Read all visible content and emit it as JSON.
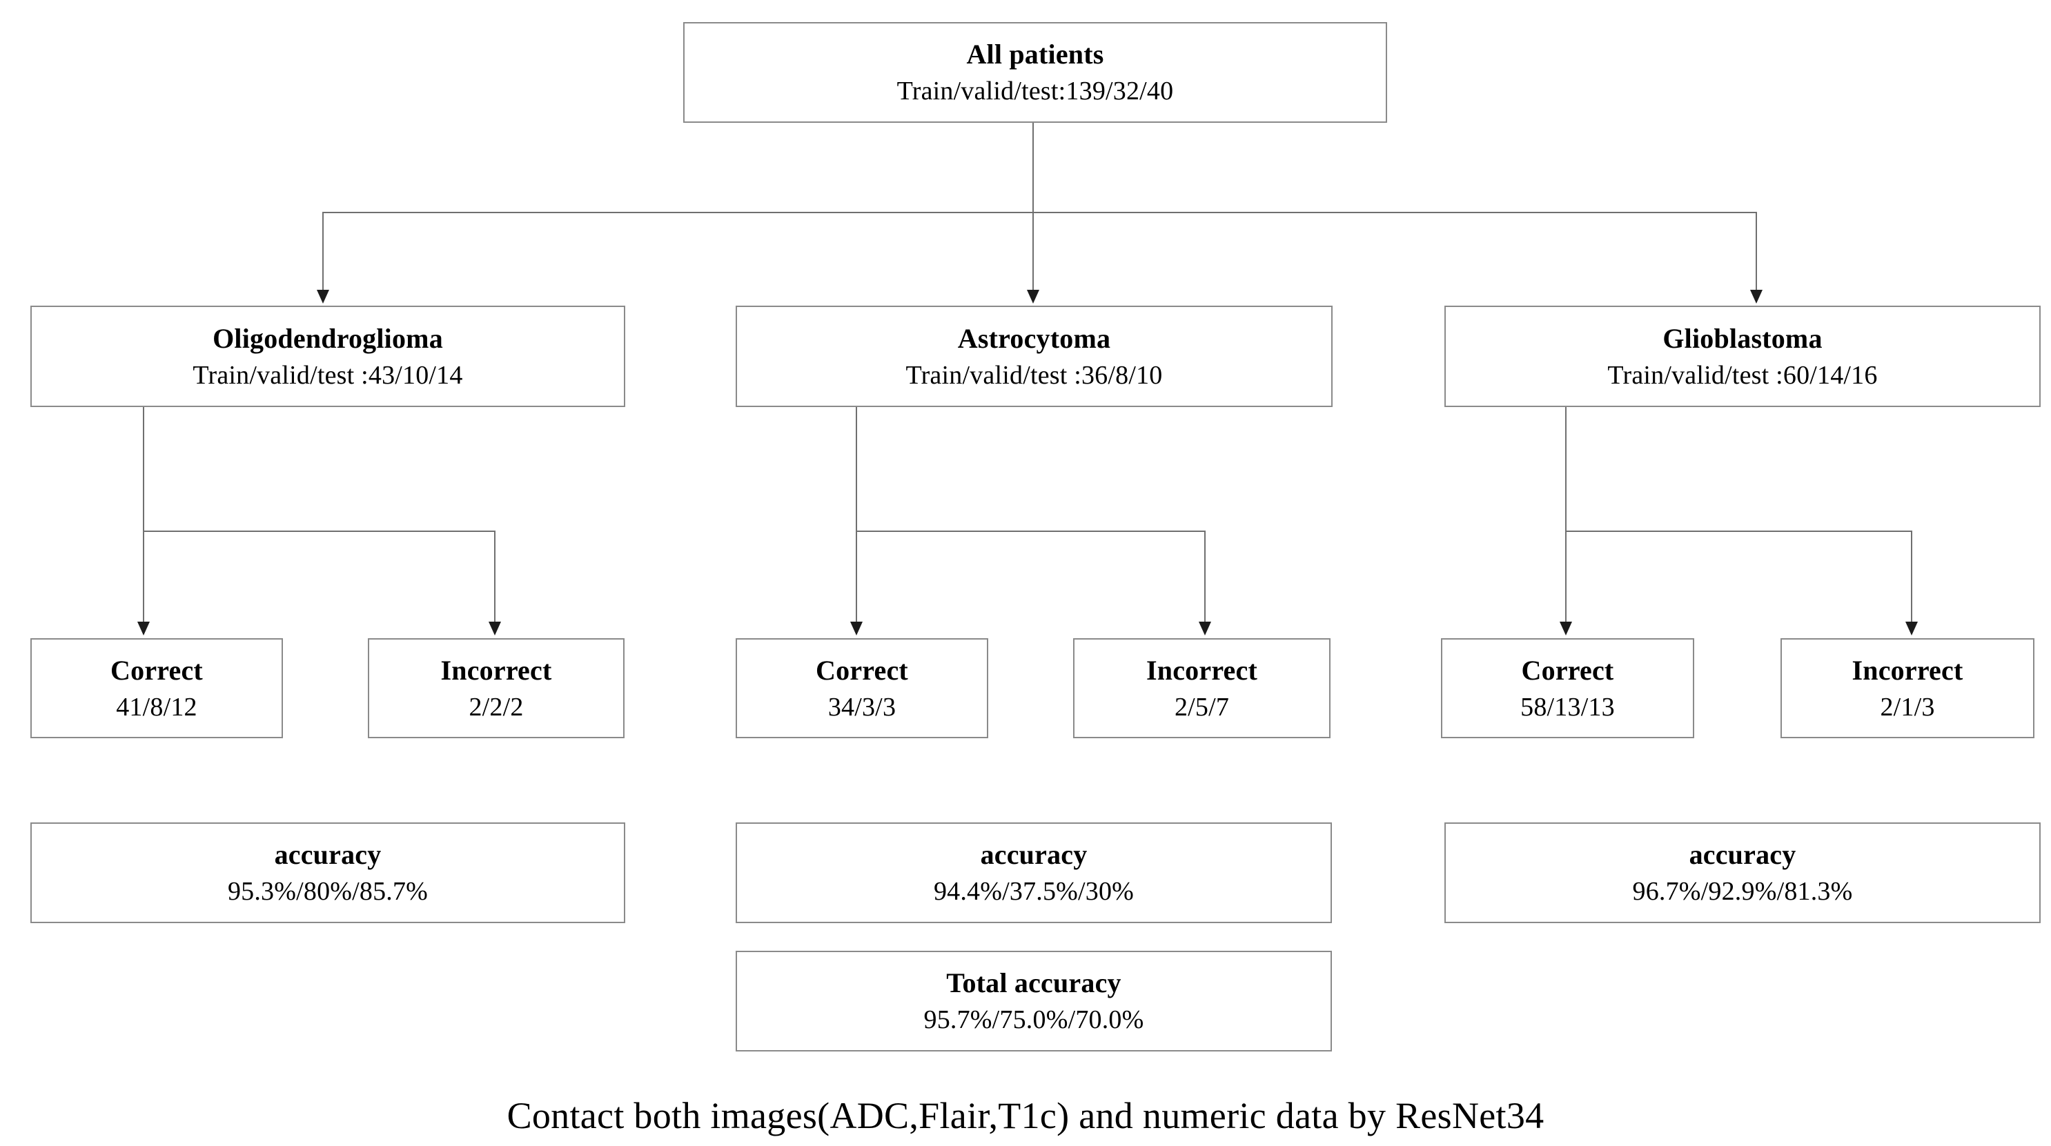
{
  "diagram": {
    "root": {
      "title": "All patients",
      "subtitle": "Train/valid/test:139/32/40"
    },
    "groups": [
      {
        "name": "Oligodendroglioma",
        "subtitle": "Train/valid/test :43/10/14",
        "correct": {
          "title": "Correct",
          "value": "41/8/12"
        },
        "incorrect": {
          "title": "Incorrect",
          "value": "2/2/2"
        },
        "accuracy": {
          "title": "accuracy",
          "value": "95.3%/80%/85.7%"
        }
      },
      {
        "name": "Astrocytoma",
        "subtitle": "Train/valid/test :36/8/10",
        "correct": {
          "title": "Correct",
          "value": "34/3/3"
        },
        "incorrect": {
          "title": "Incorrect",
          "value": "2/5/7"
        },
        "accuracy": {
          "title": "accuracy",
          "value": "94.4%/37.5%/30%"
        }
      },
      {
        "name": "Glioblastoma",
        "subtitle": "Train/valid/test :60/14/16",
        "correct": {
          "title": "Correct",
          "value": "58/13/13"
        },
        "incorrect": {
          "title": "Incorrect",
          "value": "2/1/3"
        },
        "accuracy": {
          "title": "accuracy",
          "value": "96.7%/92.9%/81.3%"
        }
      }
    ],
    "total": {
      "title": "Total accuracy",
      "value": "95.7%/75.0%/70.0%"
    },
    "caption": "Contact both images(ADC,Flair,T1c) and numeric data by ResNet34",
    "colors": {
      "box_border": "#8a8a8a",
      "connector": "#6f6f6f",
      "arrow": "#1b1b1b",
      "text": "#000000",
      "background": "#ffffff"
    }
  }
}
